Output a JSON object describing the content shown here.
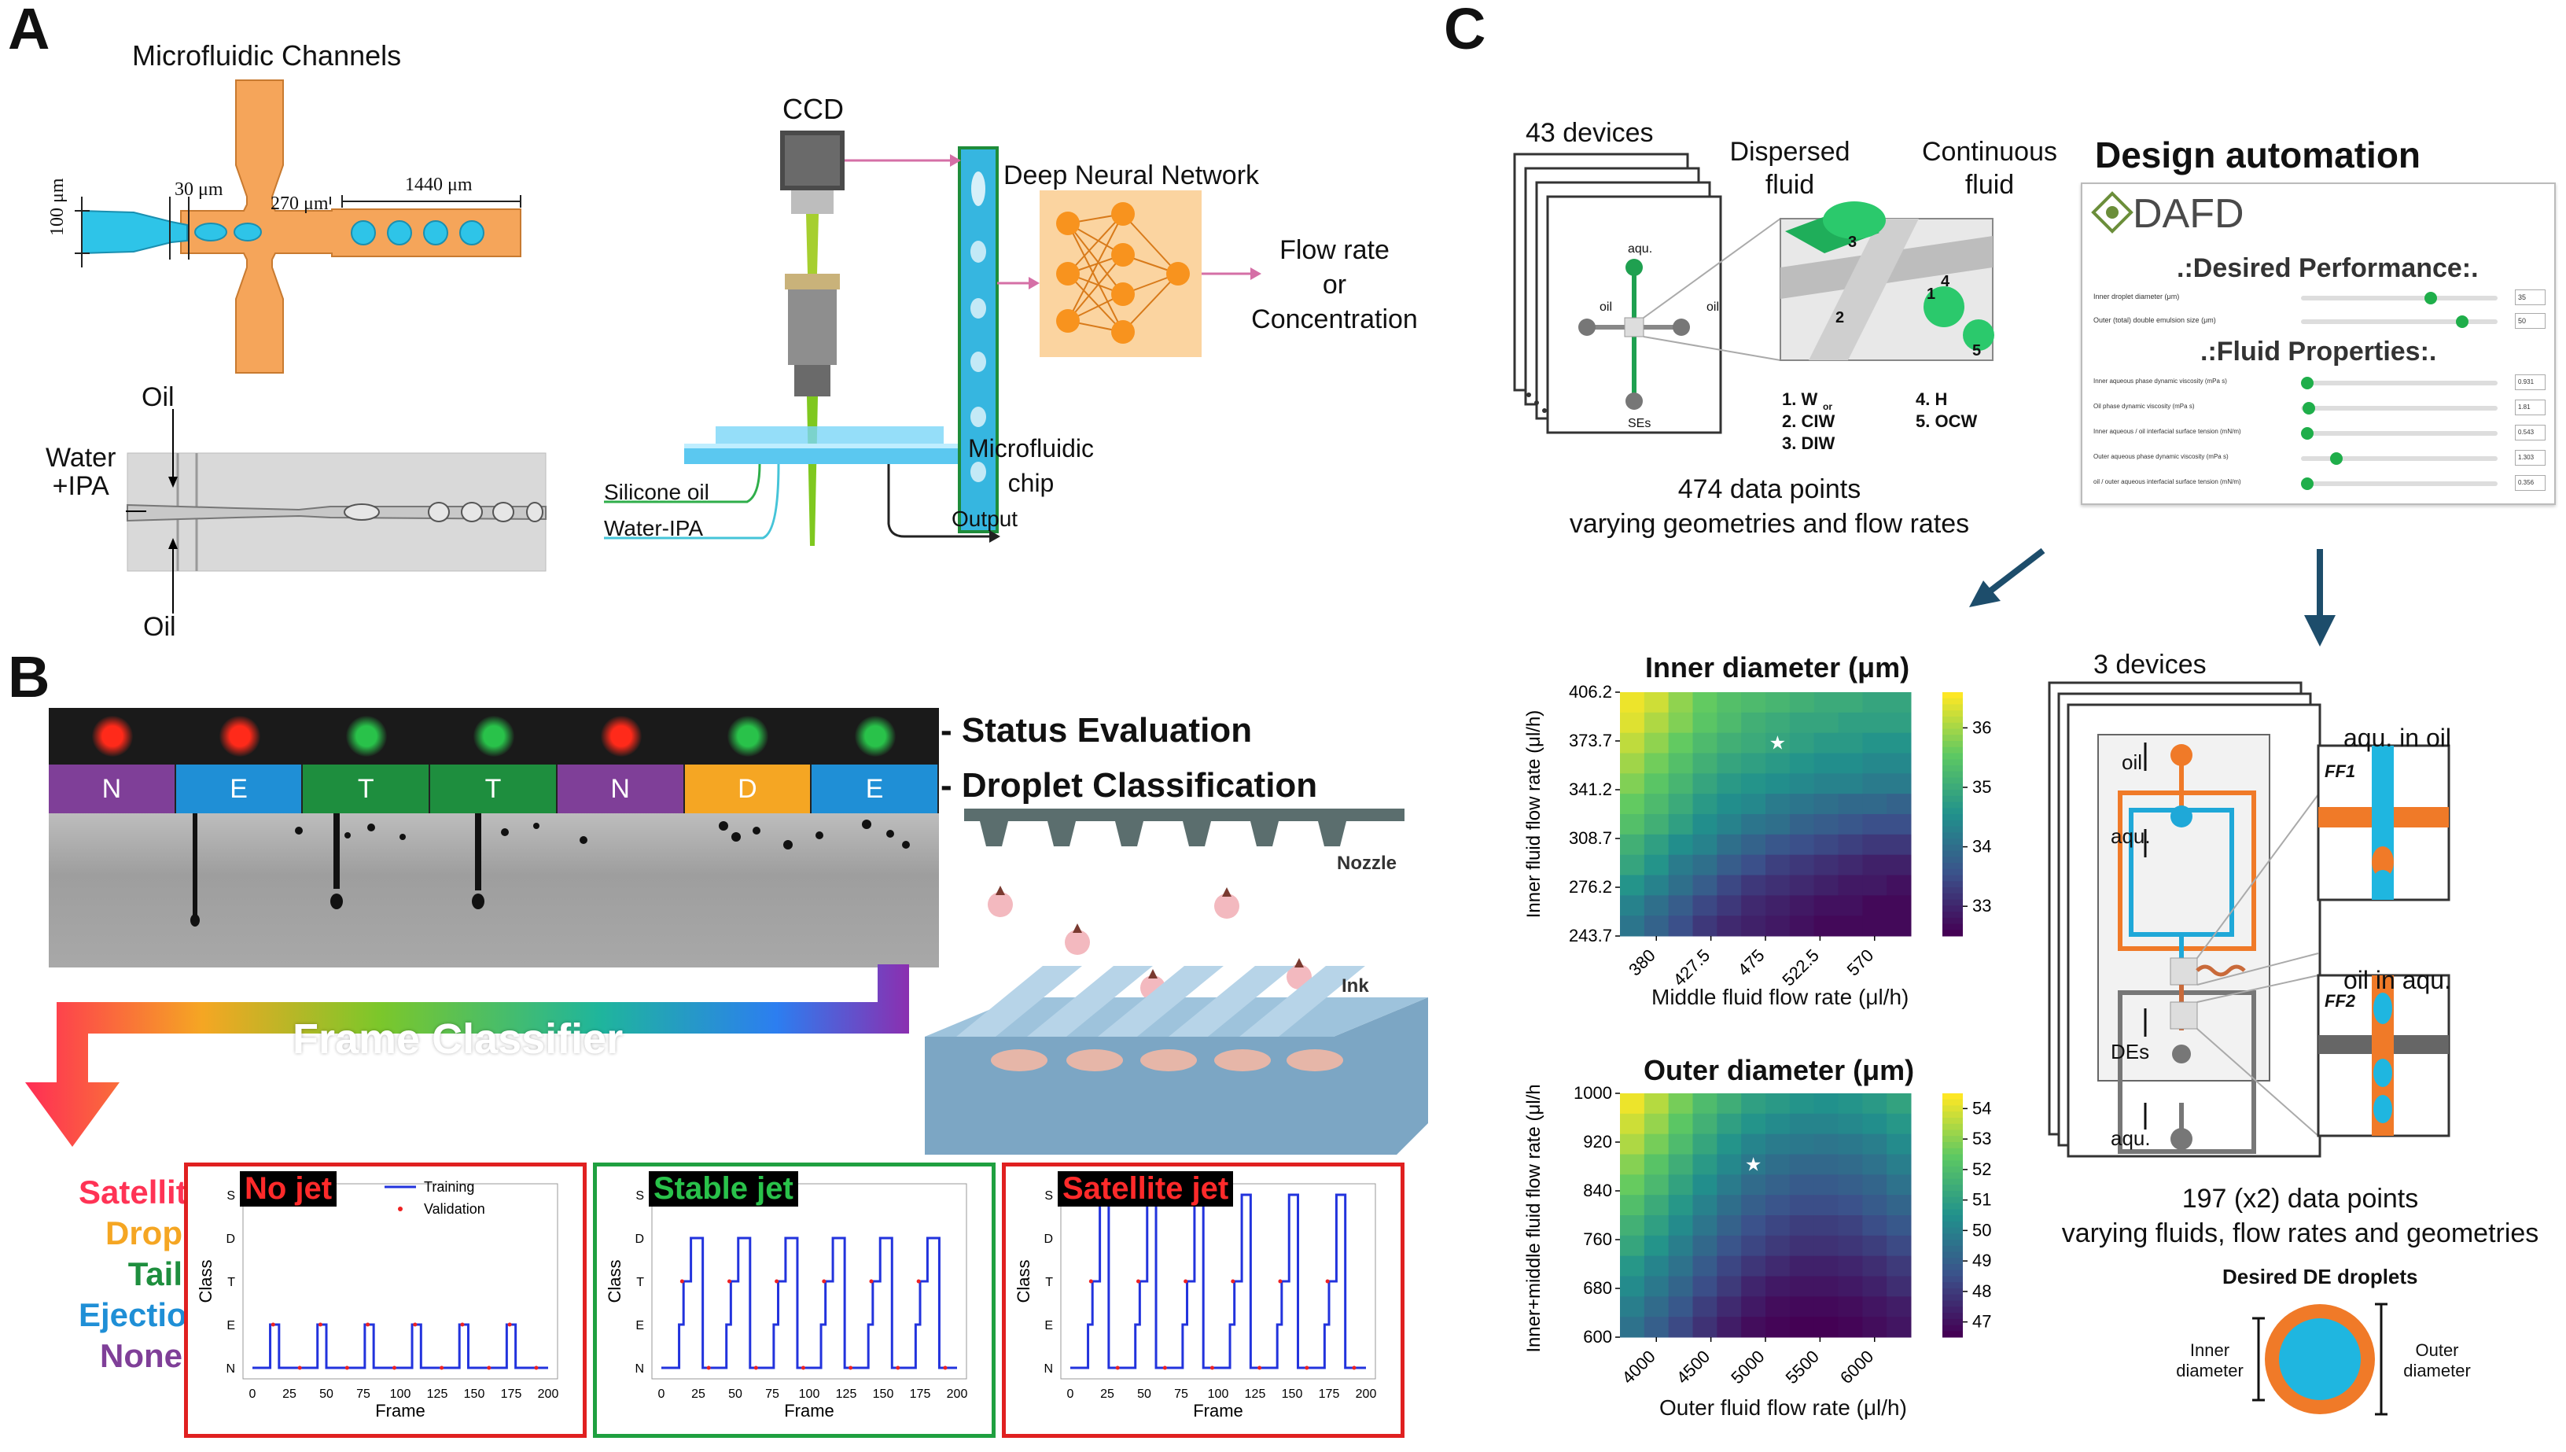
{
  "panels": {
    "a": "A",
    "b": "B",
    "c": "C"
  },
  "panel_a": {
    "channels_title": "Microfluidic Channels",
    "dim_100": "100 μm",
    "dim_30": "30 μm",
    "dim_270": "270 μm",
    "dim_1440": "1440 μm",
    "oil_top": "Oil",
    "oil_bottom": "Oil",
    "water_ipa": "Water\n+IPA",
    "ccd": "CCD",
    "dnn": "Deep Neural Network",
    "flow_rate": "Flow rate\nor\nConcentration",
    "chip": "Microfluidic\nchip",
    "silicone_oil": "Silicone oil",
    "water_ipa_in": "Water-IPA",
    "output": "Output"
  },
  "panel_b": {
    "status_eval": "- Status Evaluation",
    "droplet_class": "- Droplet Classification",
    "nozzle": "Nozzle",
    "ink": "Ink",
    "frame_classifier": "Frame Classifier",
    "status_cells": [
      {
        "label": "N",
        "color": "#7f3f98",
        "dot": "#ff2a1a"
      },
      {
        "label": "E",
        "color": "#1f8fd6",
        "dot": "#ff2a1a"
      },
      {
        "label": "T",
        "color": "#1e8e3e",
        "dot": "#29c24a"
      },
      {
        "label": "T",
        "color": "#1e8e3e",
        "dot": "#29c24a"
      },
      {
        "label": "N",
        "color": "#7f3f98",
        "dot": "#ff2a1a"
      },
      {
        "label": "D",
        "color": "#f5a623",
        "dot": "#29c24a"
      },
      {
        "label": "E",
        "color": "#1f8fd6",
        "dot": "#29c24a"
      }
    ],
    "classes": [
      {
        "label": "Satellite",
        "color": "#ff3355"
      },
      {
        "label": "Drop",
        "color": "#f5a623"
      },
      {
        "label": "Tail",
        "color": "#1e8e3e"
      },
      {
        "label": "Ejection",
        "color": "#1f8fd6"
      },
      {
        "label": "None",
        "color": "#7f3f98"
      }
    ],
    "plots": [
      {
        "title": "No jet",
        "title_color": "#ff2a2a",
        "border": "#e02020",
        "legend": [
          "Training",
          "Validation"
        ]
      },
      {
        "title": "Stable jet",
        "title_color": "#29c24a",
        "border": "#1fa040",
        "legend": []
      },
      {
        "title": "Satellite jet",
        "title_color": "#ff2a2a",
        "border": "#e02020",
        "legend": []
      }
    ],
    "y_ticks": [
      "S",
      "D",
      "T",
      "E",
      "N"
    ],
    "x_ticks": [
      "0",
      "25",
      "50",
      "75",
      "100",
      "125",
      "150",
      "175",
      "200"
    ],
    "xlabel": "Frame",
    "ylabel": "Class"
  },
  "panel_c": {
    "devices_43": "43 devices",
    "dispersed": "Dispersed\nfluid",
    "continuous": "Continuous\nfluid",
    "aqu": "aqu.",
    "oil": "oil",
    "ses": "SEs",
    "params_left": "1. W\n2. CIW\n3. DIW",
    "params_right": "4. H\n5. OCW",
    "param_sub": "or",
    "datapoints_474": "474 data points\nvarying geometries and flow rates",
    "design_automation": "Design automation",
    "dafd": "DAFD",
    "desired_perf": ".:Desired Performance:.",
    "fluid_props": ".:Fluid Properties:.",
    "perf_rows": [
      {
        "label": "Inner droplet diameter (μm)",
        "value": "35",
        "pos": 0.66
      },
      {
        "label": "Outer (total) double emulsion size (μm)",
        "value": "50",
        "pos": 0.82
      }
    ],
    "fluid_rows": [
      {
        "label": "Inner aqueous phase dynamic viscosity (mPa s)",
        "value": "0.931",
        "pos": 0.03
      },
      {
        "label": "Oil phase dynamic viscosity (mPa s)",
        "value": "1.81",
        "pos": 0.04
      },
      {
        "label": "Inner aqueous / oil interfacial surface tension (mN/m)",
        "value": "0.543",
        "pos": 0.03
      },
      {
        "label": "Outer aqueous phase dynamic viscosity (mPa s)",
        "value": "1.303",
        "pos": 0.18
      },
      {
        "label": "oil / outer aqueous interfacial surface tension (mN/m)",
        "value": "0.356",
        "pos": 0.03
      }
    ],
    "devices_3": "3 devices",
    "aqu_in_oil": "aqu. in oil",
    "oil_in_aqu": "oil in aqu.",
    "ff1": "FF1",
    "ff2": "FF2",
    "des": "DEs",
    "datapoints_197": "197 (x2) data points\nvarying fluids, flow rates and geometries",
    "desired_de": "Desired DE droplets",
    "inner_diam": "Inner\ndiameter",
    "outer_diam": "Outer\ndiameter"
  },
  "chart_data": [
    {
      "type": "heatmap",
      "title": "Inner diameter (μm)",
      "xlabel": "Middle fluid flow rate (μl/h)",
      "ylabel": "Inner fluid flow rate (μl/h)",
      "x_ticks": [
        "380",
        "427.5",
        "475",
        "522.5",
        "570"
      ],
      "y_ticks": [
        "406.2",
        "373.7",
        "341.2",
        "308.7",
        "276.2",
        "243.7"
      ],
      "colorbar_ticks": [
        36,
        35,
        34,
        33
      ],
      "clim": [
        32.5,
        36.6
      ],
      "colormap": "viridis",
      "marker": "star",
      "grid_values": [
        [
          36.5,
          36.3,
          35.9,
          35.6,
          35.4,
          35.3,
          35.2,
          35.1,
          35.0,
          35.0,
          34.9,
          34.9
        ],
        [
          36.4,
          36.1,
          35.8,
          35.5,
          35.3,
          35.1,
          35.0,
          34.9,
          34.9,
          34.8,
          34.8,
          34.8
        ],
        [
          36.2,
          35.9,
          35.6,
          35.3,
          35.1,
          35.0,
          34.9,
          34.8,
          34.7,
          34.7,
          34.6,
          34.6
        ],
        [
          36.0,
          35.7,
          35.4,
          35.1,
          34.9,
          34.8,
          34.7,
          34.6,
          34.5,
          34.5,
          34.4,
          34.4
        ],
        [
          35.8,
          35.5,
          35.2,
          34.9,
          34.7,
          34.6,
          34.5,
          34.4,
          34.3,
          34.3,
          34.2,
          34.2
        ],
        [
          35.6,
          35.3,
          35.0,
          34.7,
          34.5,
          34.4,
          34.2,
          34.1,
          34.0,
          33.9,
          33.9,
          33.8
        ],
        [
          35.4,
          35.1,
          34.8,
          34.5,
          34.3,
          34.1,
          34.0,
          33.8,
          33.7,
          33.6,
          33.5,
          33.5
        ],
        [
          35.1,
          34.8,
          34.5,
          34.3,
          34.0,
          33.8,
          33.6,
          33.5,
          33.4,
          33.3,
          33.2,
          33.2
        ],
        [
          34.9,
          34.6,
          34.2,
          34.0,
          33.7,
          33.5,
          33.3,
          33.2,
          33.1,
          33.0,
          32.9,
          32.9
        ],
        [
          34.6,
          34.3,
          34.0,
          33.7,
          33.4,
          33.2,
          33.1,
          33.0,
          32.9,
          32.8,
          32.8,
          32.7
        ],
        [
          34.3,
          34.0,
          33.7,
          33.4,
          33.2,
          33.0,
          32.9,
          32.8,
          32.7,
          32.7,
          32.6,
          32.6
        ],
        [
          34.1,
          33.8,
          33.5,
          33.2,
          33.0,
          32.9,
          32.8,
          32.7,
          32.6,
          32.6,
          32.6,
          32.6
        ]
      ]
    },
    {
      "type": "heatmap",
      "title": "Outer diameter (μm)",
      "xlabel": "Outer fluid flow rate (μl/h)",
      "ylabel": "Inner+middle fluid flow rate (μl/h)",
      "x_ticks": [
        "4000",
        "4500",
        "5000",
        "5500",
        "6000"
      ],
      "y_ticks": [
        "1000",
        "920",
        "840",
        "760",
        "680",
        "600"
      ],
      "colorbar_ticks": [
        54,
        53,
        52,
        51,
        50,
        49,
        48,
        47
      ],
      "clim": [
        46.5,
        54.5
      ],
      "colormap": "viridis",
      "marker": "star",
      "grid_values": [
        [
          54.3,
          53.6,
          52.8,
          52.0,
          51.5,
          51.0,
          50.8,
          50.6,
          50.5,
          50.6,
          50.8,
          51.1
        ],
        [
          53.9,
          53.2,
          52.4,
          51.6,
          51.0,
          50.6,
          50.3,
          50.1,
          50.1,
          50.2,
          50.4,
          50.7
        ],
        [
          53.5,
          52.8,
          52.0,
          51.2,
          50.6,
          50.1,
          49.8,
          49.7,
          49.6,
          49.7,
          49.9,
          50.3
        ],
        [
          53.0,
          52.3,
          51.5,
          50.8,
          50.2,
          49.7,
          49.4,
          49.2,
          49.2,
          49.3,
          49.5,
          49.9
        ],
        [
          52.6,
          51.9,
          51.1,
          50.4,
          49.8,
          49.3,
          49.0,
          48.8,
          48.8,
          48.9,
          49.1,
          49.5
        ],
        [
          52.1,
          51.4,
          50.7,
          50.0,
          49.4,
          48.9,
          48.6,
          48.4,
          48.4,
          48.5,
          48.8,
          49.1
        ],
        [
          51.6,
          51.0,
          50.3,
          49.6,
          49.0,
          48.5,
          48.2,
          48.0,
          48.0,
          48.1,
          48.4,
          48.7
        ],
        [
          51.2,
          50.6,
          49.9,
          49.2,
          48.6,
          48.2,
          47.9,
          47.7,
          47.7,
          47.8,
          48.0,
          48.3
        ],
        [
          50.7,
          50.1,
          49.5,
          48.8,
          48.2,
          47.8,
          47.5,
          47.3,
          47.3,
          47.4,
          47.6,
          47.9
        ],
        [
          50.3,
          49.7,
          49.1,
          48.4,
          47.9,
          47.4,
          47.1,
          47.0,
          47.0,
          47.1,
          47.3,
          47.6
        ],
        [
          49.9,
          49.3,
          48.7,
          48.0,
          47.5,
          47.1,
          46.8,
          46.7,
          46.7,
          46.8,
          47.0,
          47.2
        ],
        [
          49.5,
          48.9,
          48.3,
          47.7,
          47.2,
          46.8,
          46.6,
          46.5,
          46.5,
          46.6,
          46.8,
          47.0
        ]
      ]
    }
  ]
}
